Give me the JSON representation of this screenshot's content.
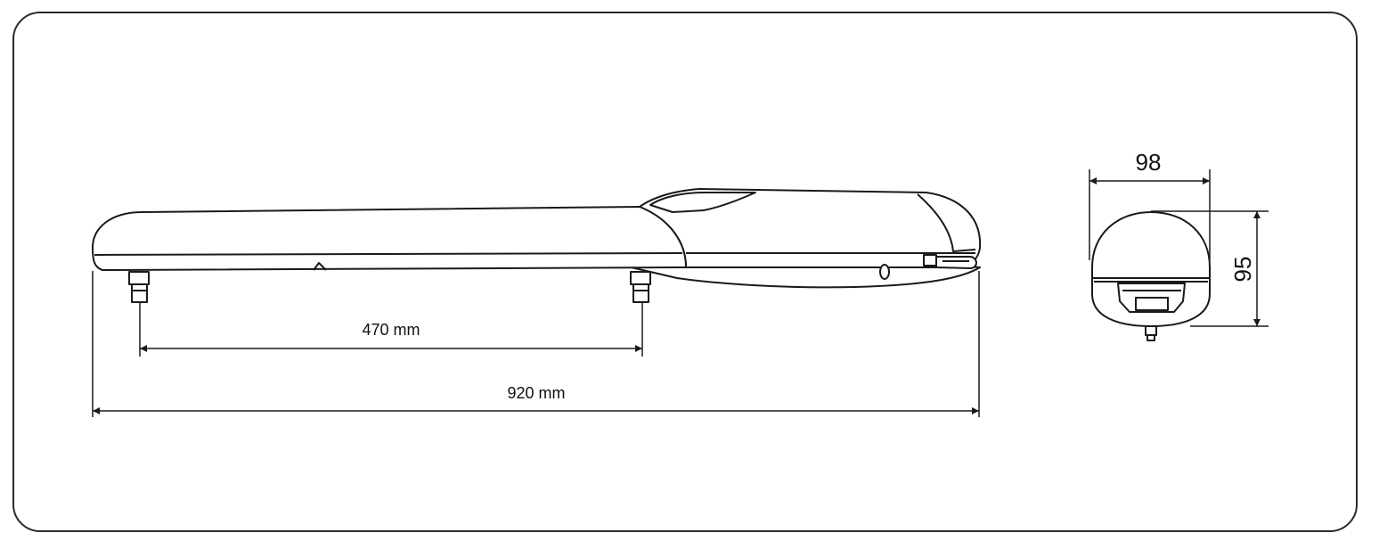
{
  "dimensions": {
    "distance_between_mounts": "470 mm",
    "overall_length": "920 mm",
    "section_width": "98",
    "section_height": "95"
  },
  "colors": {
    "line": "#1a1a1a",
    "housing_fill": "#ffffff",
    "frame_stroke": "#2a2a2a"
  }
}
